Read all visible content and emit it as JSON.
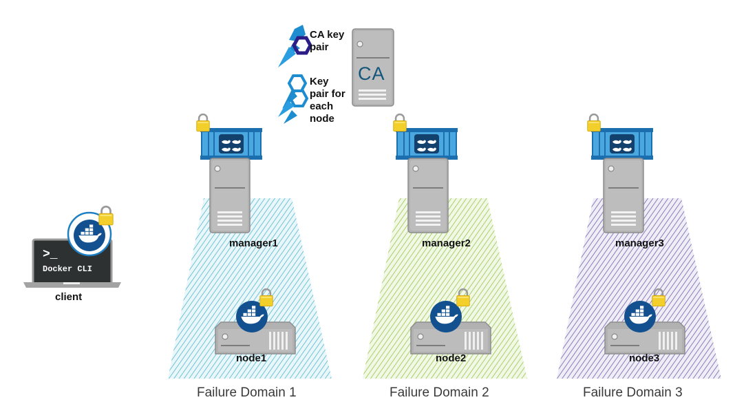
{
  "client": {
    "prompt": ">_",
    "screen_text": "Docker CLI",
    "label": "client"
  },
  "ca": {
    "server_text": "CA",
    "ca_key_label_line1": "CA key",
    "ca_key_label_line2": "pair",
    "node_key_label_line1": "Key",
    "node_key_label_line2": "pair for",
    "node_key_label_line3": "each",
    "node_key_label_line4": "node"
  },
  "domains": [
    {
      "domain_label": "Failure Domain 1",
      "manager_label": "manager1",
      "node_label": "node1",
      "color": "#6fc3d6"
    },
    {
      "domain_label": "Failure Domain 2",
      "manager_label": "manager2",
      "node_label": "node2",
      "color": "#a9cf6a"
    },
    {
      "domain_label": "Failure Domain 3",
      "manager_label": "manager3",
      "node_label": "node3",
      "color": "#8b7dbb"
    }
  ],
  "colors": {
    "docker_blue": "#1d7fc2",
    "docker_navy": "#13508f",
    "lock_gold": "#f2cf2a",
    "server_gray": "#b5b5b5",
    "laptop_dark": "#2d3132"
  }
}
